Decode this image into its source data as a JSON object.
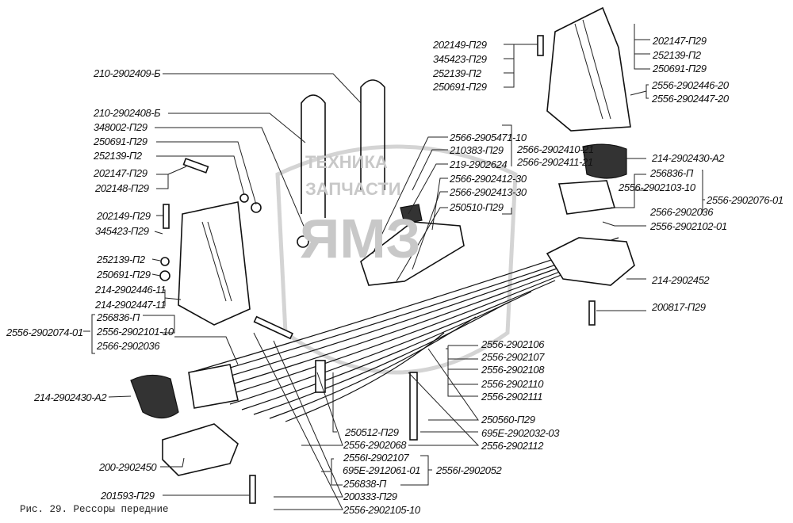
{
  "caption": "Рис. 29. Рессоры передние",
  "watermark": {
    "text_left": "ТЕХНИКА",
    "text_right": "ЗАПЧАСТИ",
    "logo": "ЯМЗ"
  },
  "labels": [
    "210-2902409-Б",
    "210-2902408-Б",
    "348002-П29",
    "250691-П29",
    "252139-П2",
    "202147-П29",
    "202148-П29",
    "202149-П29",
    "345423-П29",
    "252139-П2",
    "250691-П29",
    "214-2902446-11",
    "214-2902447-11",
    "256836-П",
    "2556-2902101-10",
    "2566-2902036",
    "2556-2902074-01",
    "214-2902430-А2",
    "200-2902450",
    "201593-П29",
    "202149-П29",
    "345423-П29",
    "252139-П2",
    "250691-П29",
    "202147-П29",
    "252139-П2",
    "250691-П29",
    "2556-2902446-20",
    "2556-2902447-20",
    "2566-2905471-10",
    "210383-П29",
    "219-2902624",
    "2566-2902412-30",
    "2566-2902413-30",
    "250510-П29",
    "2566-2902410-21",
    "2566-2902411-21",
    "214-2902430-А2",
    "256836-П",
    "2556-2902103-10",
    "2566-2902036",
    "2556-2902076-01",
    "2556-2902102-01",
    "214-2902452",
    "200817-П29",
    "2556-2902106",
    "2556-2902107",
    "2556-2902108",
    "2556-2902110",
    "2556-2902111",
    "250560-П29",
    "695Е-2902032-03",
    "2556-2902112",
    "250512-П29",
    "2556-2902068",
    "2556І-2902107",
    "695Е-2912061-01",
    "256838-П",
    "200333-П29",
    "2556-2902105-10",
    "2556І-2902052"
  ]
}
